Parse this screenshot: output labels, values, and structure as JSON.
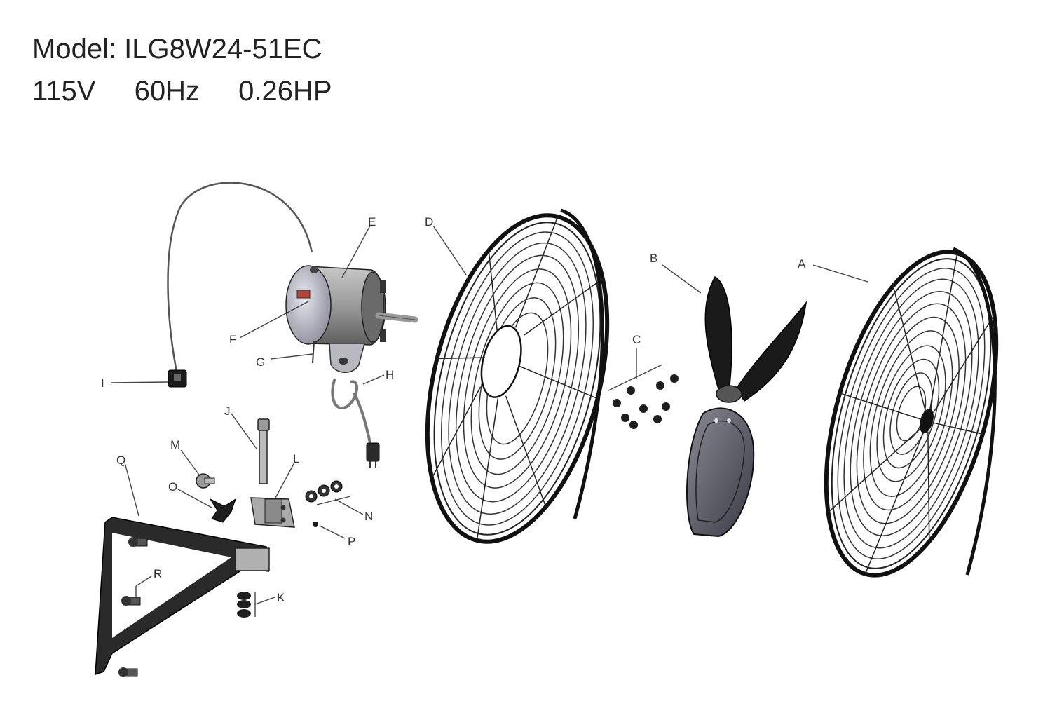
{
  "spec": {
    "model": "Model: ILG8W24-51EC",
    "voltage": "115V",
    "frequency": "60Hz",
    "power": "0.26HP"
  },
  "diagram": {
    "labels": {
      "A": "A",
      "B": "B",
      "C": "C",
      "D": "D",
      "E": "E",
      "F": "F",
      "G": "G",
      "H": "H",
      "I": "I",
      "J": "J",
      "K": "K",
      "L": "L",
      "M": "M",
      "N": "N",
      "O": "O",
      "P": "P",
      "Q": "Q",
      "R": "R"
    }
  }
}
